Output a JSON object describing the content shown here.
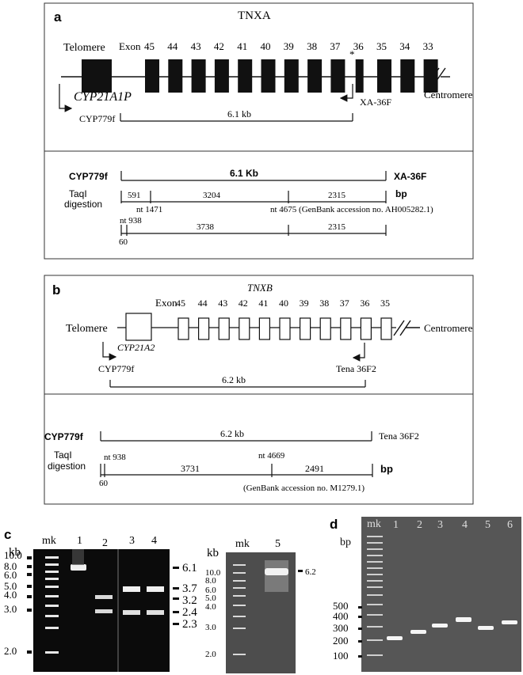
{
  "panel_a": {
    "letter": "a",
    "gene_title": "TNXA",
    "telomere": "Telomere",
    "exon_prefix": "Exon",
    "exons": [
      "45",
      "44",
      "43",
      "42",
      "41",
      "40",
      "39",
      "38",
      "37",
      "36",
      "35",
      "34",
      "33"
    ],
    "star": "*",
    "pseudogene": "CYP21A1P",
    "centromere": "Centromere",
    "fwd_primer": "CYP779f",
    "rev_primer": "XA-36F",
    "amplicon": "6.1 kb",
    "detail": {
      "fwd_primer": "CYP779f",
      "amplicon": "6.1 Kb",
      "rev_primer": "XA-36F",
      "digest_label_1": "TaqI",
      "digest_label_2": "digestion",
      "unit": "bp",
      "row1_fragments": [
        "591",
        "3204",
        "2315"
      ],
      "row1_site1": "nt 1471",
      "row1_site2": "nt 4675 (GenBank accession no. AH005282.1)",
      "row2_site1": "nt 938",
      "row2_start": "60",
      "row2_fragments": [
        "3738",
        "2315"
      ]
    }
  },
  "panel_b": {
    "letter": "b",
    "gene_title": "TNXB",
    "telomere": "Telomere",
    "exon_prefix": "Exon",
    "exons": [
      "45",
      "44",
      "43",
      "42",
      "41",
      "40",
      "39",
      "38",
      "37",
      "36",
      "35"
    ],
    "gene": "CYP21A2",
    "centromere": "Centromere",
    "fwd_primer": "CYP779f",
    "rev_primer": "Tena 36F2",
    "amplicon": "6.2 kb",
    "detail": {
      "fwd_primer": "CYP779f",
      "amplicon": "6.2 kb",
      "rev_primer": "Tena 36F2",
      "digest_label_1": "TaqI",
      "digest_label_2": "digestion",
      "unit": "bp",
      "site1": "nt 938",
      "site2": "nt 4669",
      "start": "60",
      "fragments": [
        "3731",
        "2491"
      ],
      "accession": "(GenBank accession no. M1279.1)"
    }
  },
  "panel_c": {
    "letter": "c",
    "kb_label": "kb",
    "mk_label": "mk",
    "lane_labels": [
      "1",
      "2",
      "3",
      "4"
    ],
    "marker_sizes": [
      "10.0",
      "8.0",
      "6.0",
      "5.0",
      "4.0",
      "3.0",
      "2.0"
    ],
    "right_sizes": [
      "6.1",
      "3.7",
      "3.2",
      "2.4",
      "2.3"
    ],
    "gel2_kb_label": "kb",
    "gel2_mk_label": "mk",
    "gel2_lane_label": "5",
    "gel2_marker_sizes": [
      "10.0",
      "8.0",
      "6.0",
      "5.0",
      "4.0",
      "3.0",
      "2.0"
    ],
    "gel2_band": "6.2"
  },
  "panel_d": {
    "letter": "d",
    "mk_label": "mk",
    "lane_labels": [
      "1",
      "2",
      "3",
      "4",
      "5",
      "6"
    ],
    "bp_label": "bp",
    "marker_sizes": [
      "500",
      "400",
      "300",
      "200",
      "100"
    ]
  }
}
